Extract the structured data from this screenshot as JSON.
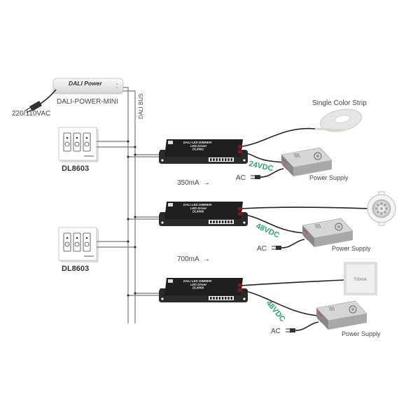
{
  "dali_power": {
    "device_label": "DALI Power",
    "name": "DALI-POWER-MINI",
    "input_label": "220/110VAC"
  },
  "bus": {
    "label": "DALI BUS"
  },
  "switch_panels": [
    {
      "name": "DL8603"
    },
    {
      "name": "DL8603"
    }
  ],
  "drivers": [
    {
      "title": "DALI LED DIMMER",
      "subtitle": "LED Driver",
      "model": "DL8061",
      "current_label": "",
      "supply_voltage": "24VDC",
      "ac_label": "AC",
      "supply_label": "Power Supply",
      "load_label": "Single Color Strip",
      "load_type": "led-strip"
    },
    {
      "title": "DALI LED DIMMER",
      "subtitle": "LED Driver",
      "model": "DL8069",
      "current_label": "350mA",
      "supply_voltage": "48VDC",
      "ac_label": "AC",
      "supply_label": "Power Supply",
      "load_label": "",
      "load_type": "downlight"
    },
    {
      "title": "DALI LED DIMMER",
      "subtitle": "LED Driver",
      "model": "DL8069",
      "current_label": "700mA",
      "supply_voltage": "48VDC",
      "ac_label": "AC",
      "supply_label": "Power Supply",
      "load_label": "",
      "panel_text": "700mA",
      "load_type": "panel-light"
    }
  ],
  "arrow_icon": "→"
}
